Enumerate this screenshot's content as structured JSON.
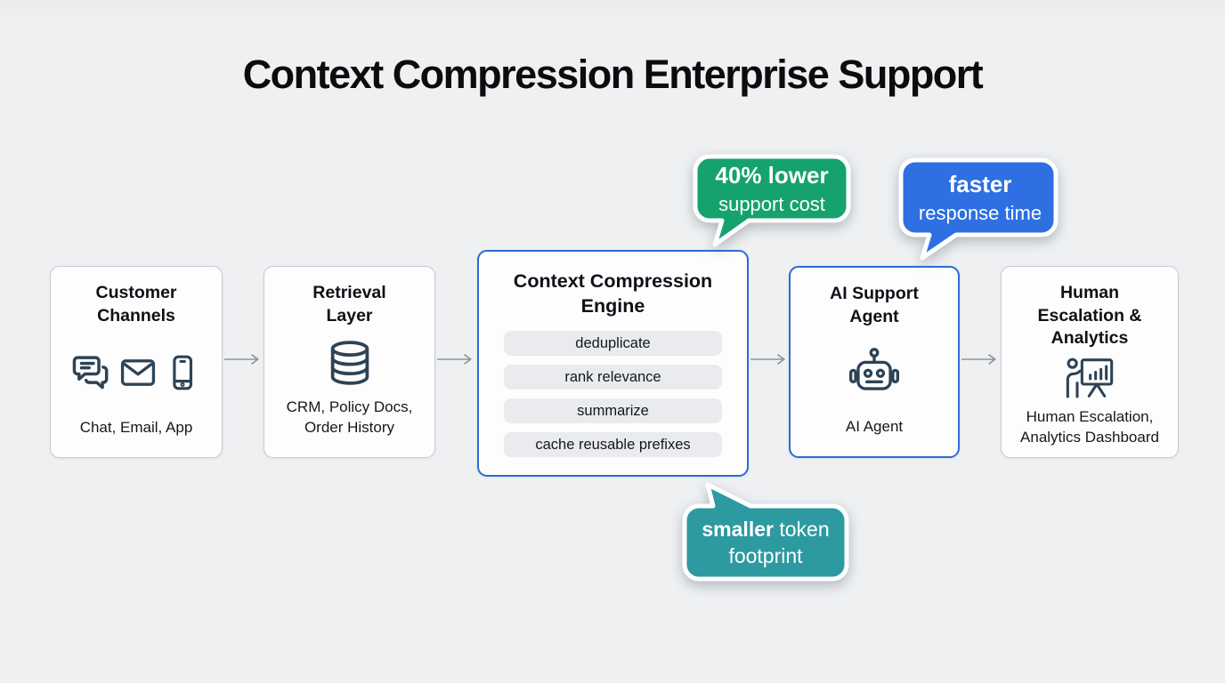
{
  "title": "Context Compression Enterprise Support",
  "callouts": {
    "cost": {
      "bold": "40% lower",
      "rest": "support cost",
      "color": "#16a26d"
    },
    "speed": {
      "bold": "faster",
      "rest": "response time",
      "color": "#2e6fe1"
    },
    "tokens": {
      "bold": "smaller",
      "mid": " token",
      "line2": "footprint",
      "color": "#2d9aa1"
    }
  },
  "nodes": [
    {
      "title": "Customer Channels",
      "label": "Chat, Email, App",
      "icons": [
        "chat-icon",
        "email-icon",
        "smartphone-icon"
      ]
    },
    {
      "title": "Retrieval Layer",
      "label": "CRM, Policy Docs, Order History",
      "icons": [
        "database-icon"
      ]
    },
    {
      "title": "Context Compression Engine",
      "pills": [
        "deduplicate",
        "rank relevance",
        "summarize",
        "cache reusable prefixes"
      ]
    },
    {
      "title": "AI Support Agent",
      "label": "AI Agent",
      "icons": [
        "robot-icon"
      ]
    },
    {
      "title": "Human Escalation & Analytics",
      "label": "Human Escalation, Analytics Dashboard",
      "icons": [
        "presentation-icon"
      ]
    }
  ],
  "colors": {
    "background": "#eef0f2",
    "node_background": "#fdfdfe",
    "node_border": "#c7ccd3",
    "accent_border": "#2b6cd9",
    "pill_background": "#e9ebef",
    "icon_stroke": "#2e4255",
    "arrow": "#8f959d"
  }
}
